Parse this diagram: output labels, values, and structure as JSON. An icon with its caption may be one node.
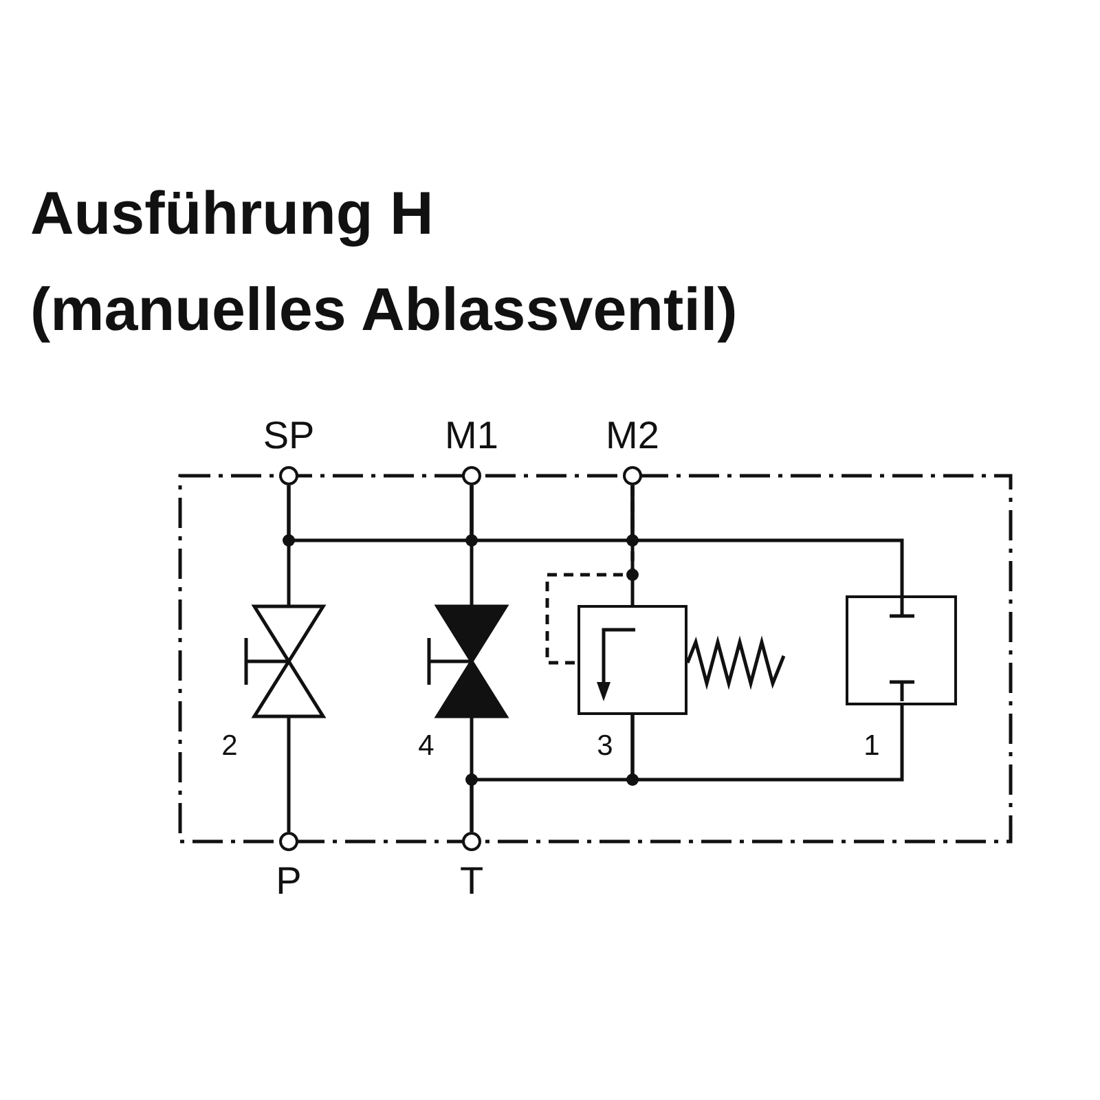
{
  "diagram": {
    "title": "Ausführung H",
    "nodes": [
      {
        "text": [
          "SP"
        ]
      },
      {
        "text": [
          "M1"
        ]
      },
      {
        "text": [
          "M2"
        ]
      },
      {
        "text": [],
        "shape": "valve",
        "beside": [
          "2"
        ]
      },
      {
        "text": [],
        "shape": "valve",
        "beside": [
          "4"
        ]
      },
      {
        "text": [],
        "shape": "box",
        "beside": [
          "3"
        ]
      },
      {
        "text": [],
        "shape": "box",
        "beside": [
          "1"
        ]
      },
      {
        "text": [
          "P"
        ]
      },
      {
        "text": [
          "T"
        ]
      }
    ],
    "edges": [
      {
        "from": 0,
        "to": 3,
        "arrow": "none"
      },
      {
        "from": 3,
        "to": 7,
        "arrow": "none"
      },
      {
        "from": 1,
        "to": 4,
        "arrow": "none"
      },
      {
        "from": 4,
        "to": 8,
        "arrow": "none"
      },
      {
        "from": 0,
        "to": 1,
        "arrow": "none"
      },
      {
        "from": 1,
        "to": 2,
        "arrow": "none"
      },
      {
        "from": 2,
        "to": 6,
        "arrow": "none"
      },
      {
        "from": 2,
        "to": 5,
        "arrow": "none"
      },
      {
        "from": 2,
        "to": 5,
        "arrow": "none",
        "style": "dashed"
      },
      {
        "from": 5,
        "to": 8,
        "arrow": "none"
      },
      {
        "from": 6,
        "to": 5,
        "arrow": "none"
      }
    ],
    "labels": [
      "(manuelles Ablassventil)"
    ]
  }
}
